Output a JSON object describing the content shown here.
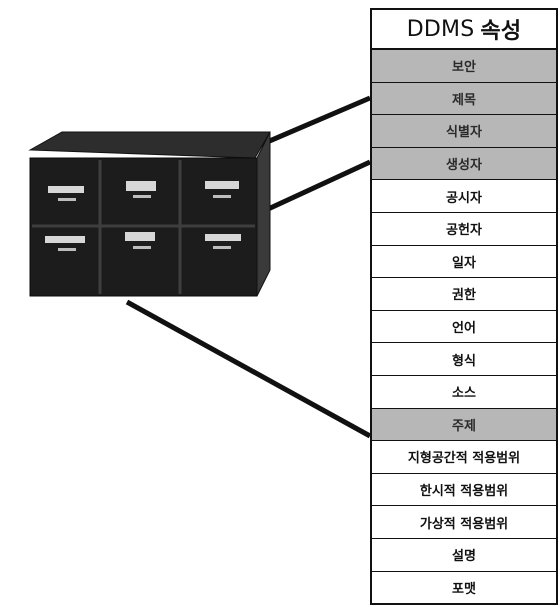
{
  "table": {
    "title_prefix": "DDMS",
    "title_suffix": "속성",
    "rows": [
      {
        "label": "보안",
        "shaded": true
      },
      {
        "label": "제목",
        "shaded": true
      },
      {
        "label": "식별자",
        "shaded": true
      },
      {
        "label": "생성자",
        "shaded": true
      },
      {
        "label": "공시자",
        "shaded": false
      },
      {
        "label": "공헌자",
        "shaded": false
      },
      {
        "label": "일자",
        "shaded": false
      },
      {
        "label": "권한",
        "shaded": false
      },
      {
        "label": "언어",
        "shaded": false
      },
      {
        "label": "형식",
        "shaded": false
      },
      {
        "label": "소스",
        "shaded": false
      },
      {
        "label": "주제",
        "shaded": true
      },
      {
        "label": "지형공간적 적용범위",
        "shaded": false
      },
      {
        "label": "한시적 적용범위",
        "shaded": false
      },
      {
        "label": "가상적 적용범위",
        "shaded": false
      },
      {
        "label": "설명",
        "shaded": false
      },
      {
        "label": "포맷",
        "shaded": false
      }
    ]
  }
}
